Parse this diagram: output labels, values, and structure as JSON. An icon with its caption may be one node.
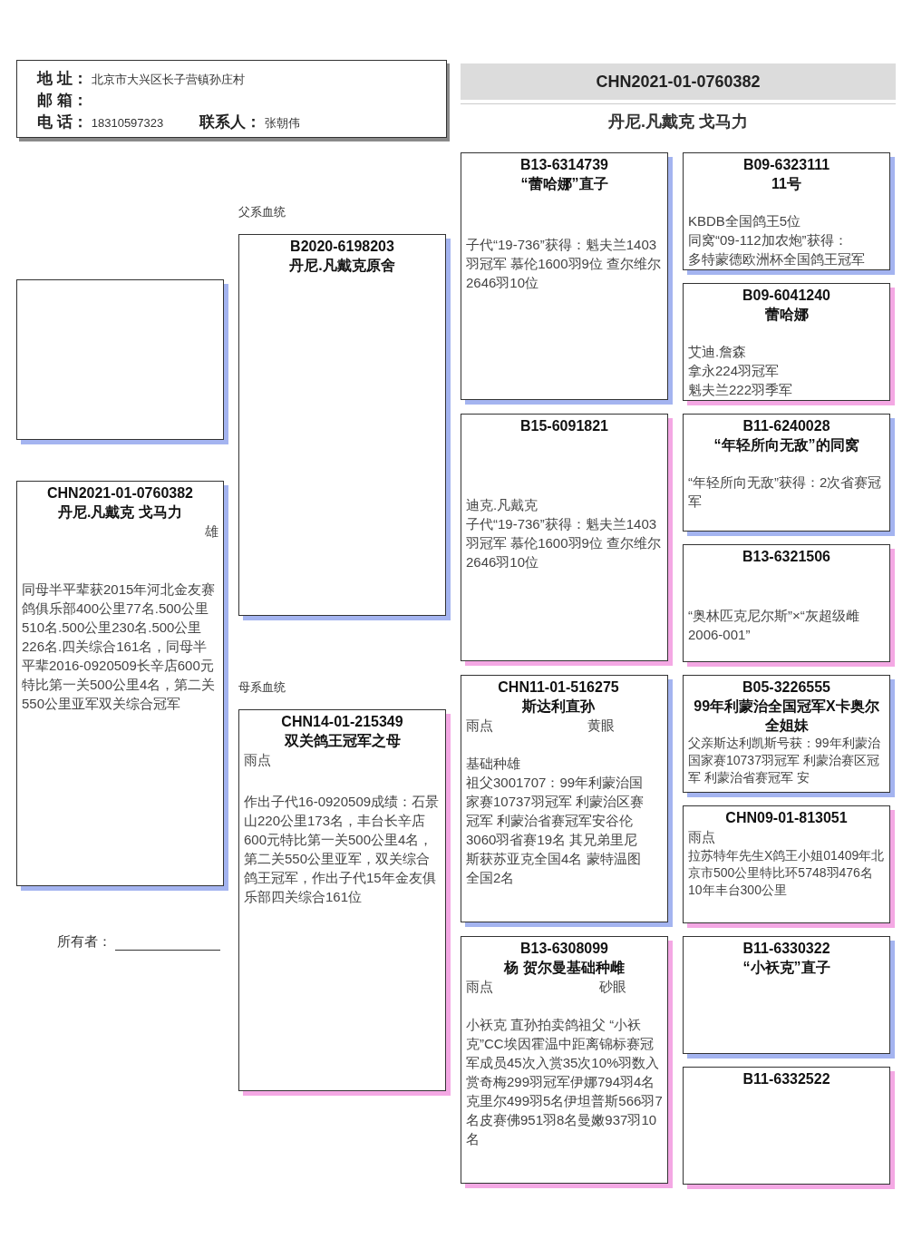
{
  "diagram": {
    "nodes": [
      {
        "text": [
          "地 址：",
          "北京市大兴区长子营镇孙庄村",
          "邮 箱：",
          "电 话：",
          "18310597323",
          "联系人：",
          "张朝伟"
        ]
      },
      {
        "text": [
          "CHN2021-01-0760382"
        ]
      },
      {
        "text": [],
        "shape": "box"
      },
      {
        "text": [
          "CHN2021-01-0760382",
          "丹尼.凡戴克 戈马力",
          "雄",
          "同母半平辈获2015年河北金友赛鸽俱乐部400公里77名.500公里510名.500公里230名.500公里226名.四关综合161名，同母半平辈2016-0920509长辛店600元特比第一关500公里4名，第二关550公里亚军双关综合冠军"
        ]
      },
      {
        "text": [
          "B2020-6198203",
          "丹尼.凡戴克原舍"
        ]
      },
      {
        "text": [
          "CHN14-01-215349",
          "双关鸽王冠军之母",
          "雨点",
          "作出子代16-0920509成绩：石景山220公里173名，丰台长辛店600元特比第一关500公里4名，第二关550公里亚军，双关综合鸽王冠军，作出子代15年金友俱乐部四关综合161位"
        ]
      },
      {
        "text": [
          "B13-6314739",
          "“蕾哈娜”直子",
          "子代“19-736”获得：魁夫兰1403羽冠军 慕伦1600羽9位 查尔维尔2646羽10位"
        ]
      },
      {
        "text": [
          "B15-6091821",
          "迪克.凡戴克",
          "子代“19-736”获得：魁夫兰1403羽冠军 慕伦1600羽9位 查尔维尔2646羽10位"
        ]
      },
      {
        "text": [
          "CHN11-01-516275",
          "斯达利直孙",
          "雨点",
          "黄眼",
          "基础种雄",
          "祖父3001707：99年利蒙治国家赛10737羽冠军 利蒙治区赛冠军 利蒙治省赛冠军安谷伦3060羽省赛19名 其兄弟里尼斯获苏亚克全国4名 蒙特温图全国2名"
        ]
      },
      {
        "text": [
          "B13-6308099",
          "杨 贺尔曼基础种雌",
          "雨点",
          "砂眼",
          "小袄克 直孙拍卖鸽祖父 “小袄克”CC埃因霍温中距离锦标赛冠军成员45次入赏35次10%羽数入赏奇梅299羽冠军伊娜794羽4名克里尔499羽5名伊坦普斯566羽7名皮赛佛951羽8名曼嫩937羽10名"
        ]
      },
      {
        "text": [
          "B09-6323111",
          "11号",
          "KBDB全国鸽王5位",
          "同窝“09-112加农炮”获得：",
          "多特蒙德欧洲杯全国鸽王冠军"
        ]
      },
      {
        "text": [
          "B09-6041240",
          "蕾哈娜",
          "艾迪.詹森",
          "拿永224羽冠军",
          "魁夫兰222羽季军"
        ]
      },
      {
        "text": [
          "B11-6240028",
          "“年轻所向无敌”的同窝",
          "“年轻所向无敌”获得：2次省赛冠军"
        ]
      },
      {
        "text": [
          "B13-6321506",
          "“奥林匹克尼尔斯”×“灰超级雌2006-001”"
        ]
      },
      {
        "text": [
          "B05-3226555",
          "99年利蒙治全国冠军X卡奥尔全姐妹",
          "父亲斯达利凯斯号获：99年利蒙治国家赛10737羽冠军 利蒙治赛区冠军 利蒙治省赛冠军 安"
        ]
      },
      {
        "text": [
          "CHN09-01-813051",
          "雨点",
          "拉苏特年先生X鸽王小姐01409年北京市500公里特比环5748羽476名 10年丰台300公里"
        ]
      },
      {
        "text": [
          "B11-6330322",
          "“小袄克”直子"
        ]
      },
      {
        "text": [
          "B11-6332522"
        ]
      }
    ],
    "labels": [
      "丹尼.凡戴克 戈马力",
      "父系血统",
      "母系血统",
      "所有者："
    ]
  }
}
